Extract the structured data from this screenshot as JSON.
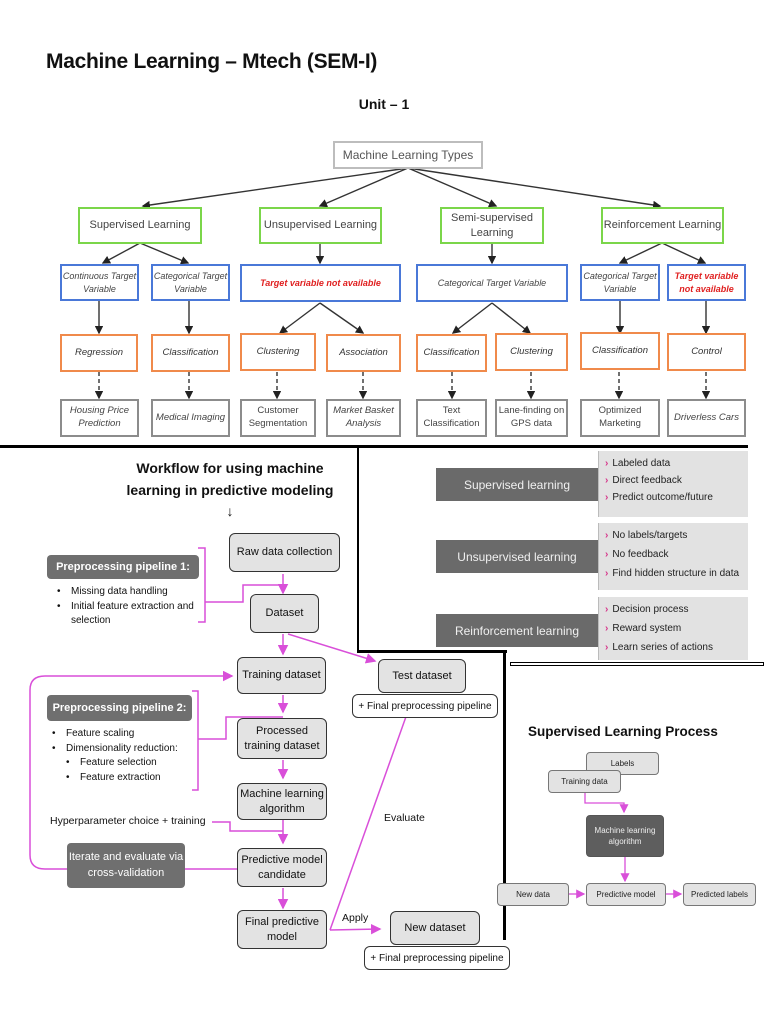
{
  "header": {
    "title": "Machine Learning – Mtech (SEM-I)",
    "unit": "Unit – 1"
  },
  "taxonomy": {
    "root": "Machine Learning Types",
    "colors": {
      "category": "#7bd64a",
      "target": "#4a78d8",
      "task": "#f08a4b",
      "example": "#8c8c8c",
      "highlight": "#e02020"
    },
    "categories": [
      {
        "label": "Supervised Learning"
      },
      {
        "label": "Unsupervised Learning"
      },
      {
        "label": "Semi-supervised Learning"
      },
      {
        "label": "Reinforcement Learning"
      }
    ],
    "targets": [
      "Continuous Target Variable",
      "Categorical Target Variable",
      "Target variable not available",
      "Categorical Target Variable",
      "Categorical Target Variable",
      "Target variable not available"
    ],
    "tasks": [
      "Regression",
      "Classification",
      "Clustering",
      "Association",
      "Classification",
      "Clustering",
      "Classification",
      "Control"
    ],
    "examples": [
      "Housing Price Prediction",
      "Medical Imaging",
      "Customer Segmentation",
      "Market Basket Analysis",
      "Text Classification",
      "Lane-finding on GPS data",
      "Optimized Marketing",
      "Driverless Cars"
    ]
  },
  "workflow": {
    "title_line1": "Workflow for using machine",
    "title_line2": "learning in predictive modeling",
    "arrow": "↓",
    "pipeline1": {
      "label": "Preprocessing pipeline 1:",
      "items": [
        "Missing data handling",
        "Initial feature extraction and selection"
      ]
    },
    "pipeline2": {
      "label": "Preprocessing pipeline 2:",
      "items": [
        "Feature scaling",
        "Dimensionality reduction:"
      ],
      "subitems": [
        "Feature selection",
        "Feature extraction"
      ]
    },
    "steps": {
      "raw": "Raw data collection",
      "dataset": "Dataset",
      "training": "Training dataset",
      "processed": "Processed training dataset",
      "algorithm": "Machine learning algorithm",
      "candidate": "Predictive model candidate",
      "final": "Final predictive model",
      "test": "Test dataset",
      "test_pipeline": "+ Final preprocessing pipeline",
      "new": "New dataset",
      "new_pipeline": "+ Final preprocessing pipeline"
    },
    "hyperparameter": "Hyperparameter choice + training",
    "iterate": "Iterate and evaluate via cross-validation",
    "evaluate": "Evaluate",
    "apply": "Apply",
    "accent": "#d94fd9"
  },
  "types_summary": [
    {
      "name": "Supervised learning",
      "points": [
        "Labeled data",
        "Direct feedback",
        "Predict outcome/future"
      ]
    },
    {
      "name": "Unsupervised learning",
      "points": [
        "No labels/targets",
        "No feedback",
        "Find hidden structure in data"
      ]
    },
    {
      "name": "Reinforcement learning",
      "points": [
        "Decision process",
        "Reward system",
        "Learn series of actions"
      ]
    }
  ],
  "supervised_process": {
    "title": "Supervised Learning Process",
    "labels": "Labels",
    "training_data": "Training data",
    "algorithm": "Machine learning algorithm",
    "new_data": "New data",
    "predictive_model": "Predictive model",
    "predicted_labels": "Predicted labels"
  }
}
